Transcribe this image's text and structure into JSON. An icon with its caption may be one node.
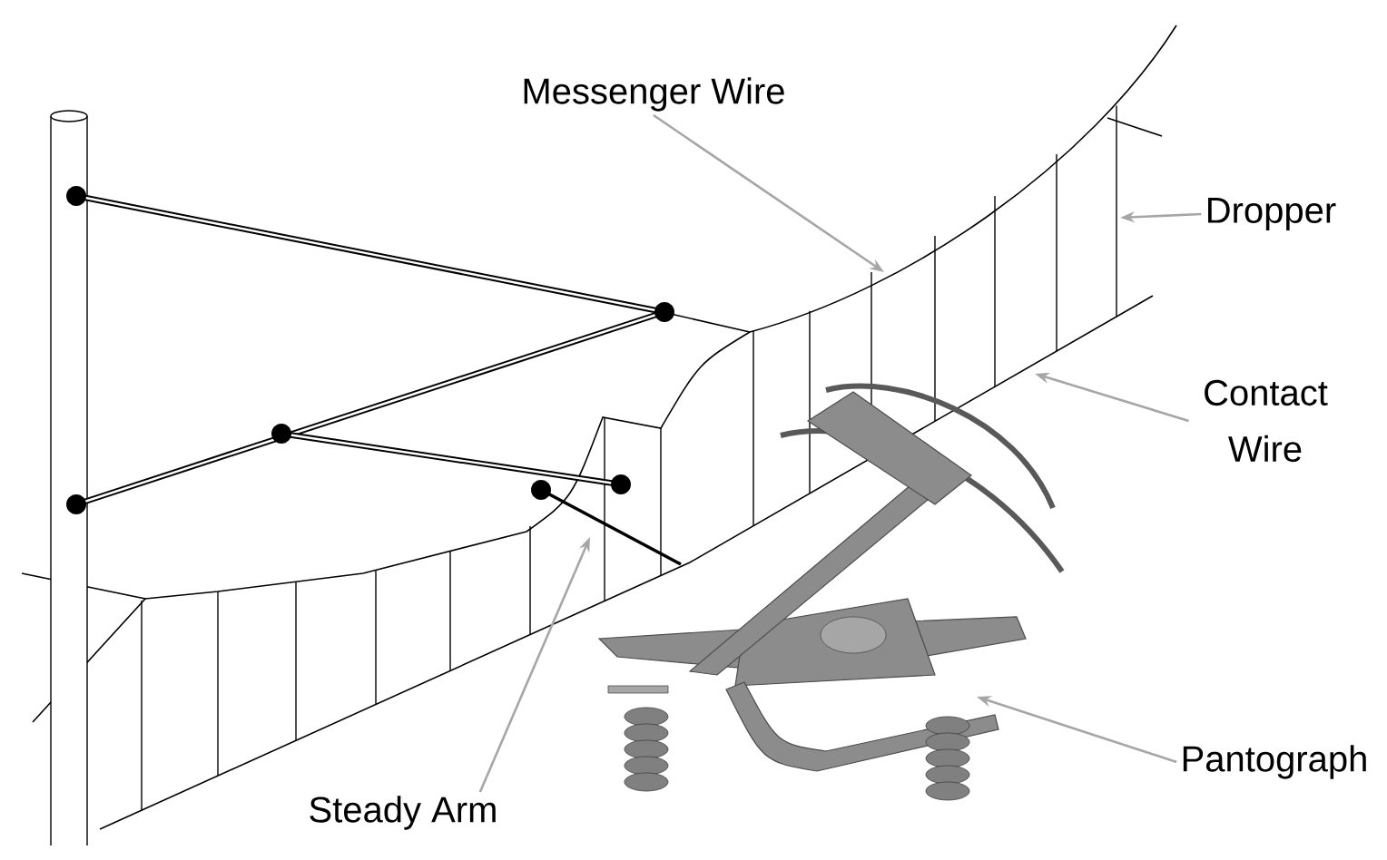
{
  "diagram": {
    "nodes": [
      {
        "text": [
          "Messenger Wire"
        ]
      },
      {
        "text": [
          "Dropper"
        ]
      },
      {
        "text": [
          "Contact Wire"
        ]
      },
      {
        "text": [
          "Pantograph"
        ]
      },
      {
        "text": [
          "Steady Arm"
        ]
      }
    ],
    "edges": [
      {
        "from": 0,
        "to": null,
        "arrow": "to"
      },
      {
        "from": 1,
        "to": null,
        "arrow": "to"
      },
      {
        "from": 2,
        "to": null,
        "arrow": "to"
      },
      {
        "from": 3,
        "to": null,
        "arrow": "to"
      },
      {
        "from": 4,
        "to": null,
        "arrow": "to"
      }
    ]
  }
}
